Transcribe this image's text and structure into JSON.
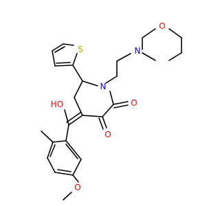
{
  "molecule": {
    "atom_labels": {
      "o_morpholine": "O",
      "n_morpholine": "N",
      "s_thiophene": "S",
      "n_pyrrolidine": "N",
      "o_hydroxy": "HO",
      "o_ketone_right": "O",
      "o_ketone_lower": "O",
      "o_methoxy": "O"
    },
    "colors": {
      "oxygen": "#ff0000",
      "nitrogen": "#0000ff",
      "sulfur": "#b8a800",
      "bond": "#000000"
    }
  }
}
